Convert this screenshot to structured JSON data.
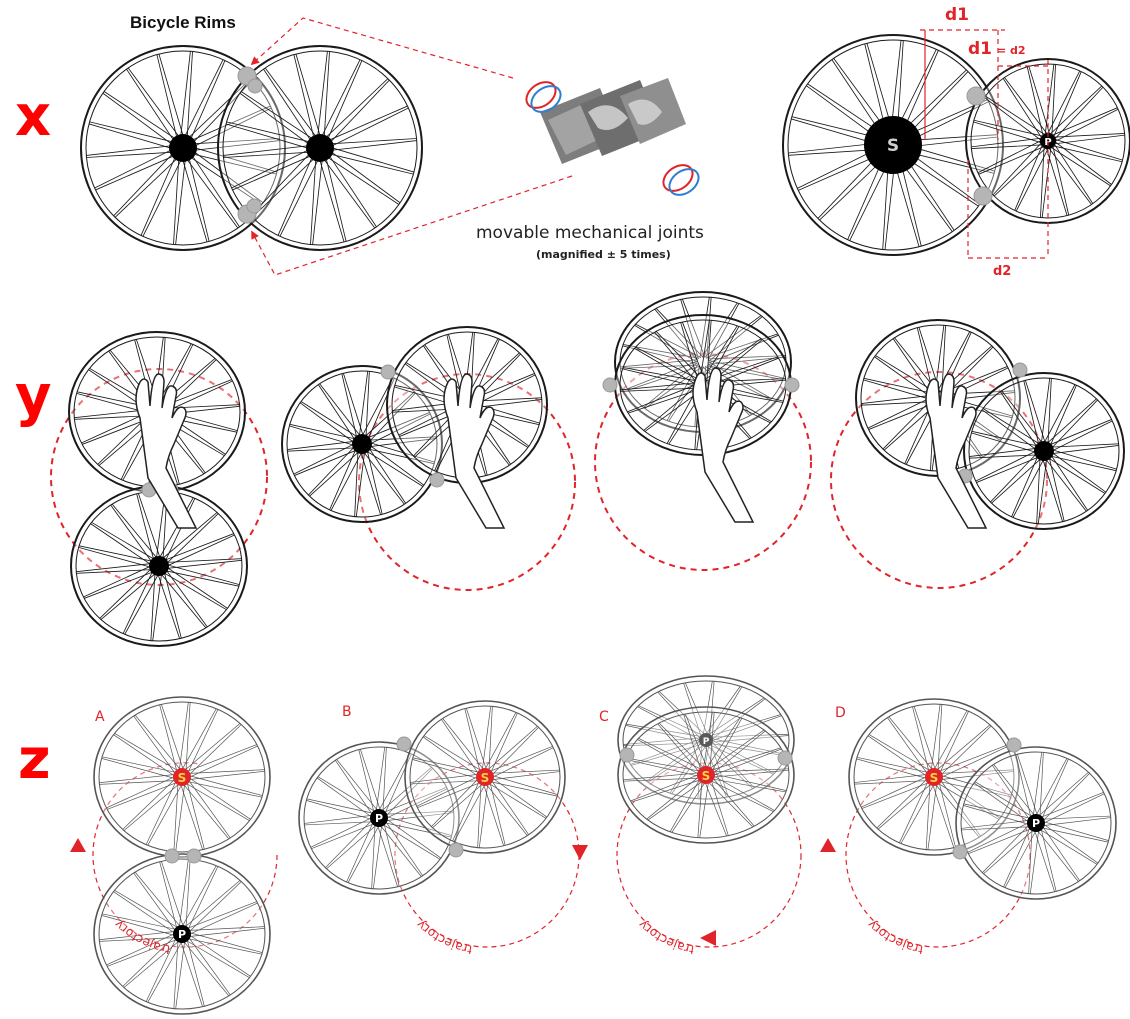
{
  "title": "Bicycle Rims",
  "rows": [
    "x",
    "y",
    "z"
  ],
  "joint_caption": "movable mechanical joints",
  "joint_note": "(magnified ± 5 times)",
  "dimensions": {
    "d1": "d1",
    "d1_eq": "d1",
    "eq_d2": "= d2",
    "d2": "d2"
  },
  "hub_labels": {
    "sun": "S",
    "planet": "P"
  },
  "panels": [
    "A",
    "B",
    "C",
    "D"
  ],
  "trajectory": "trajectory",
  "colors": {
    "accent": "#e0242a",
    "row_letter": "#ff0000",
    "joint": "#b5b5b5",
    "hub_sun": "#f6d33a"
  }
}
